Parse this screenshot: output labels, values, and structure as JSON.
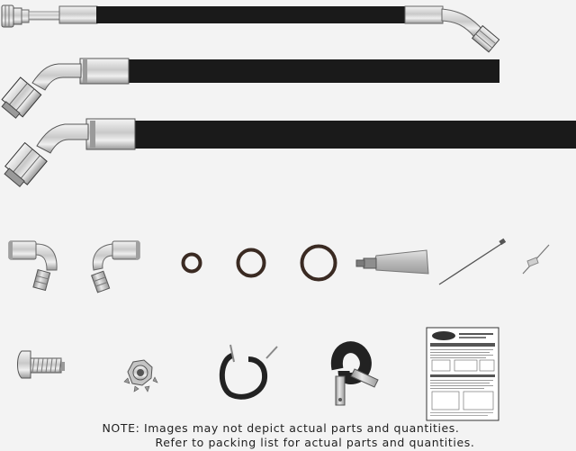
{
  "page": {
    "background": "#f3f3f3",
    "note_line_1": "NOTE: Images may not depict actual parts and quantities.",
    "note_line_2": "Refer to packing list for actual parts and quantities."
  },
  "colors": {
    "hose": "#1a1a1a",
    "chrome": "#d8d8d8",
    "chrome_dark": "#8a8a8a",
    "brass": "#b8b8b8",
    "oring": "#3a2a22",
    "cushion": "#222222",
    "tube": "#c8c8c8",
    "tube_cap": "#8e8e8e"
  },
  "parts": {
    "hoses": [
      "hose-assembly-1",
      "hose-assembly-2",
      "hose-assembly-3"
    ],
    "small_parts": [
      "fitting-90-degree",
      "fitting-45-degree",
      "o-ring-small",
      "o-ring-medium",
      "o-ring-large",
      "lubricant-tube",
      "zip-tie",
      "wire-clip",
      "bolt",
      "lock-nut",
      "hose-clamp-small",
      "hose-clamp-large",
      "instruction-sheet"
    ]
  }
}
